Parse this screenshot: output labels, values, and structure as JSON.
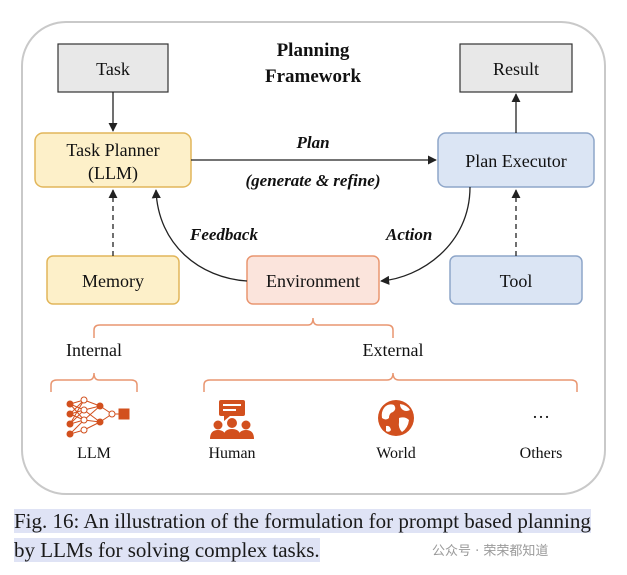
{
  "diagram": {
    "title_line1": "Planning",
    "title_line2": "Framework",
    "task": "Task",
    "result": "Result",
    "task_planner_line1": "Task Planner",
    "task_planner_line2": "(LLM)",
    "plan_executor": "Plan Executor",
    "plan_label": "Plan",
    "plan_sub_label": "(generate & refine)",
    "feedback_label": "Feedback",
    "action_label": "Action",
    "memory": "Memory",
    "environment": "Environment",
    "tool": "Tool",
    "internal": "Internal",
    "external": "External",
    "icons": [
      {
        "name": "neural-network-icon",
        "label": "LLM"
      },
      {
        "name": "human-group-icon",
        "label": "Human"
      },
      {
        "name": "globe-icon",
        "label": "World"
      },
      {
        "name": "ellipsis-icon",
        "label": "Others",
        "glyph": "…"
      }
    ],
    "colors": {
      "yellow_fill": "#fdf0c9",
      "yellow_stroke": "#e2b65a",
      "blue_fill": "#dbe5f4",
      "blue_stroke": "#8ea6c9",
      "orange_fill": "#fbe4dc",
      "orange_stroke": "#e99670",
      "gray_fill": "#e8e8e8",
      "icon_orange": "#d2501e"
    }
  },
  "caption": {
    "text": "Fig. 16: An illustration of the formulation for prompt based planning by LLMs for solving complex tasks."
  },
  "watermark": "公众号 · 荣荣都知道"
}
